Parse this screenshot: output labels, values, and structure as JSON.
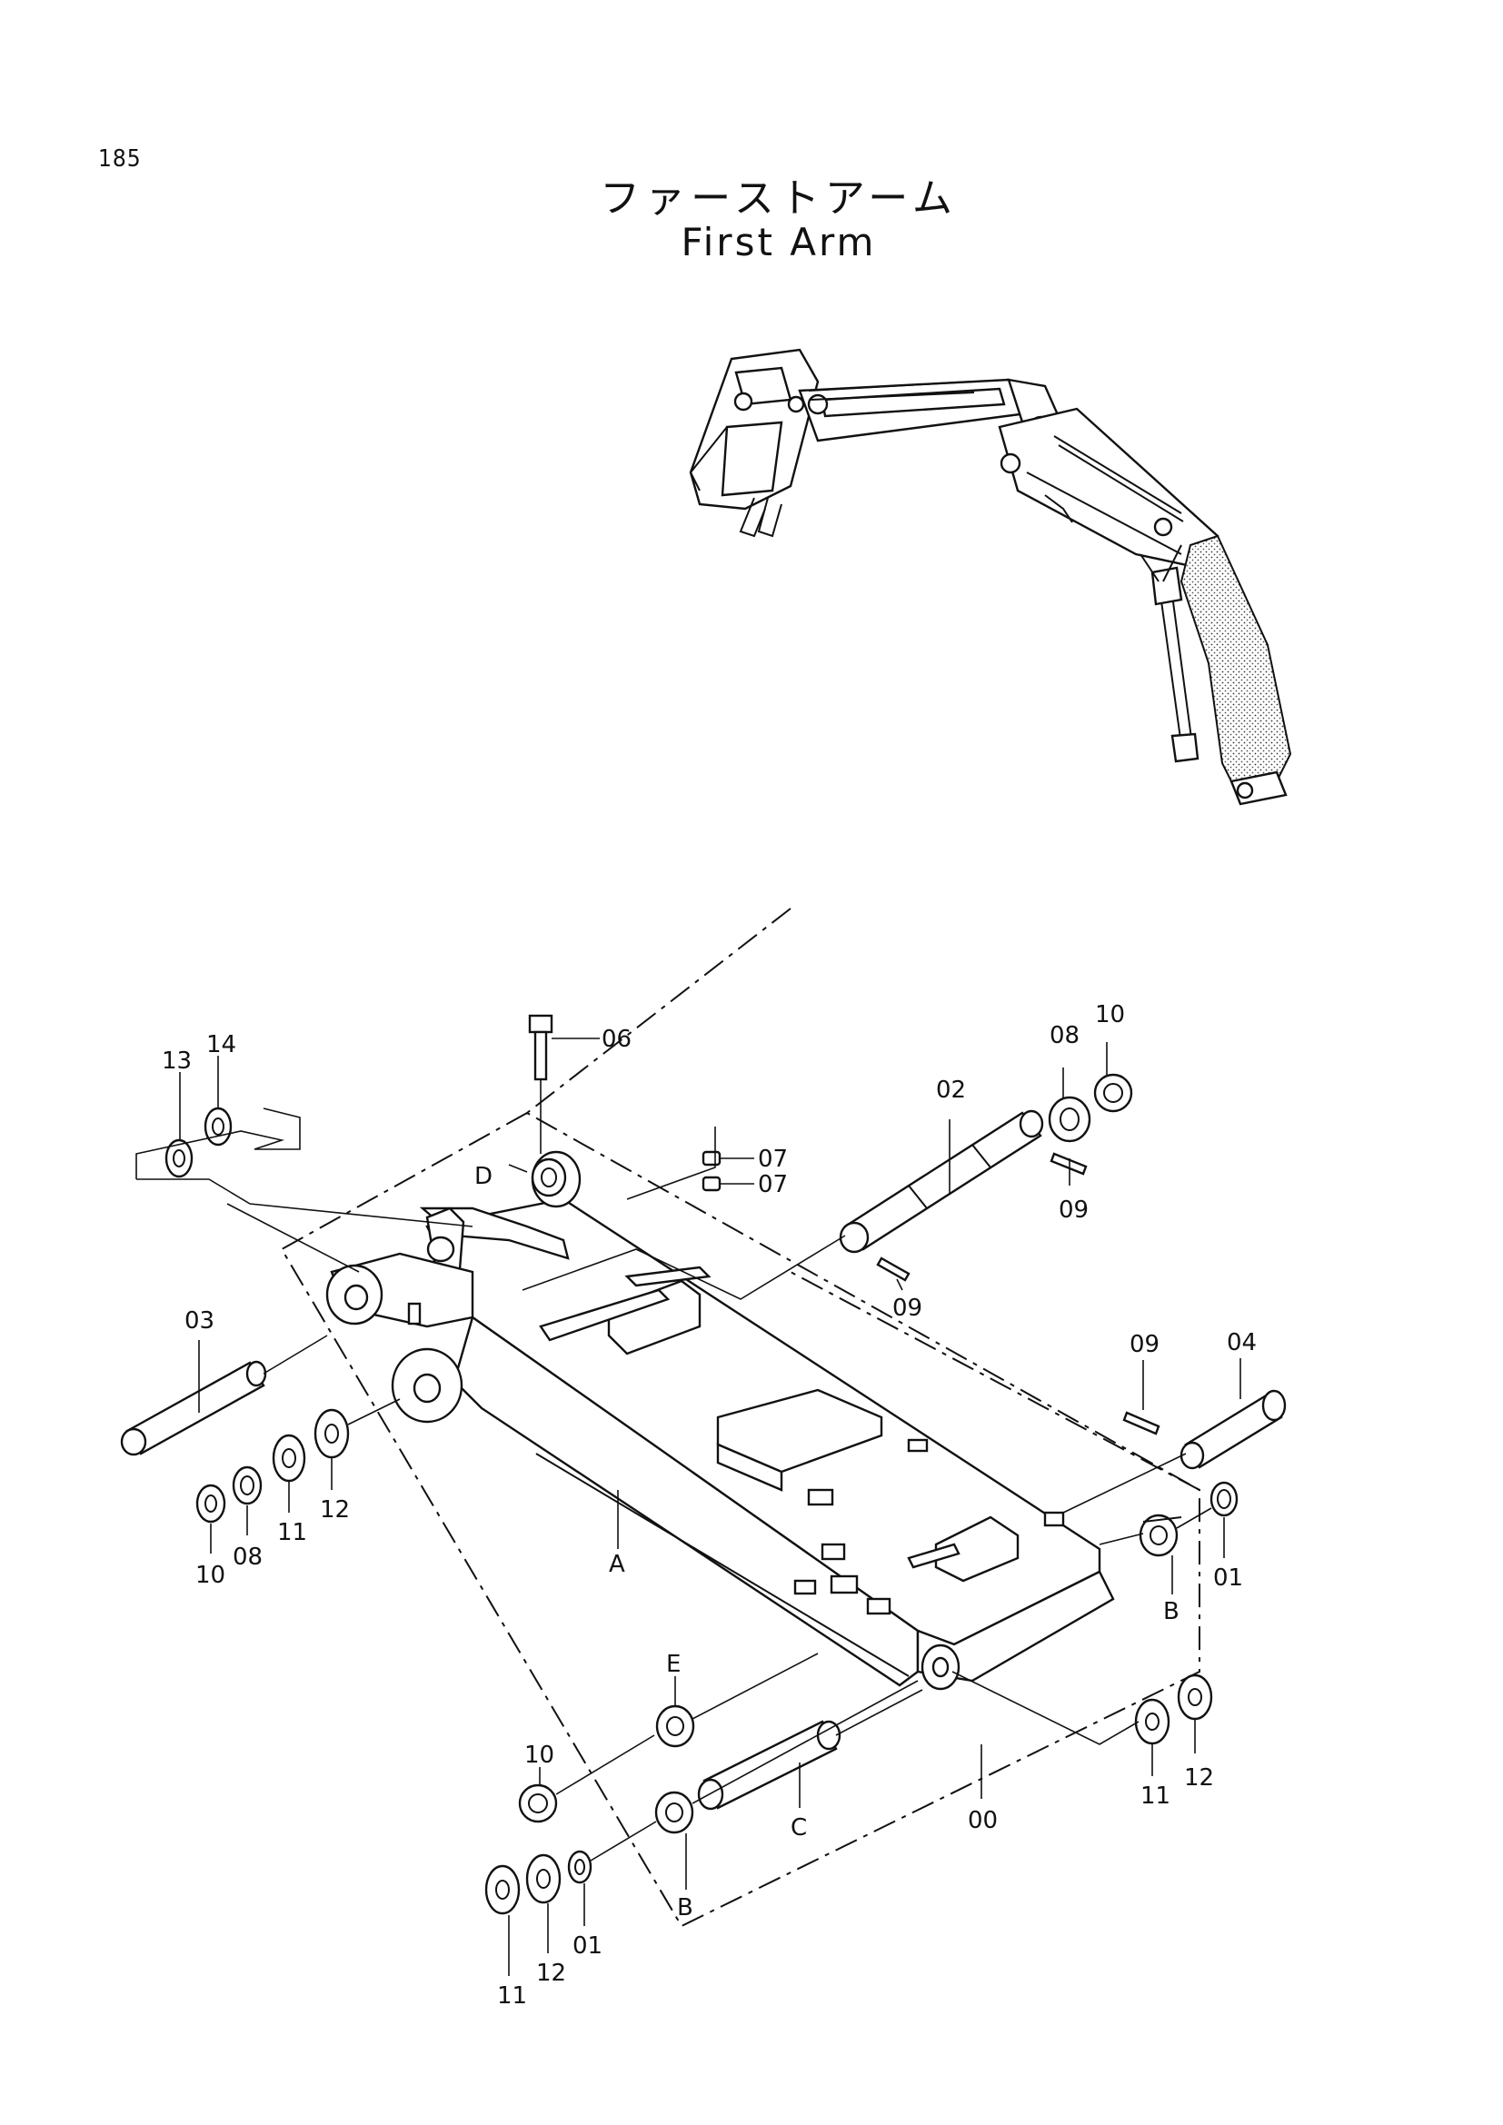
{
  "page_number": "185",
  "title_ja": "ファーストアーム",
  "title_en": "First Arm",
  "callouts": {
    "c00": "00",
    "c01a": "01",
    "c01b": "01",
    "c02": "02",
    "c03": "03",
    "c04": "04",
    "c06": "06",
    "c07a": "07",
    "c07b": "07",
    "c08a": "08",
    "c08b": "08",
    "c09a": "09",
    "c09b": "09",
    "c09c": "09",
    "c10a": "10",
    "c10b": "10",
    "c10c": "10",
    "c11a": "11",
    "c11b": "11",
    "c11c": "11",
    "c12a": "12",
    "c12b": "12",
    "c12c": "12",
    "c13": "13",
    "c14": "14",
    "cA": "A",
    "cBa": "B",
    "cBb": "B",
    "cC": "C",
    "cD": "D",
    "cE": "E"
  }
}
